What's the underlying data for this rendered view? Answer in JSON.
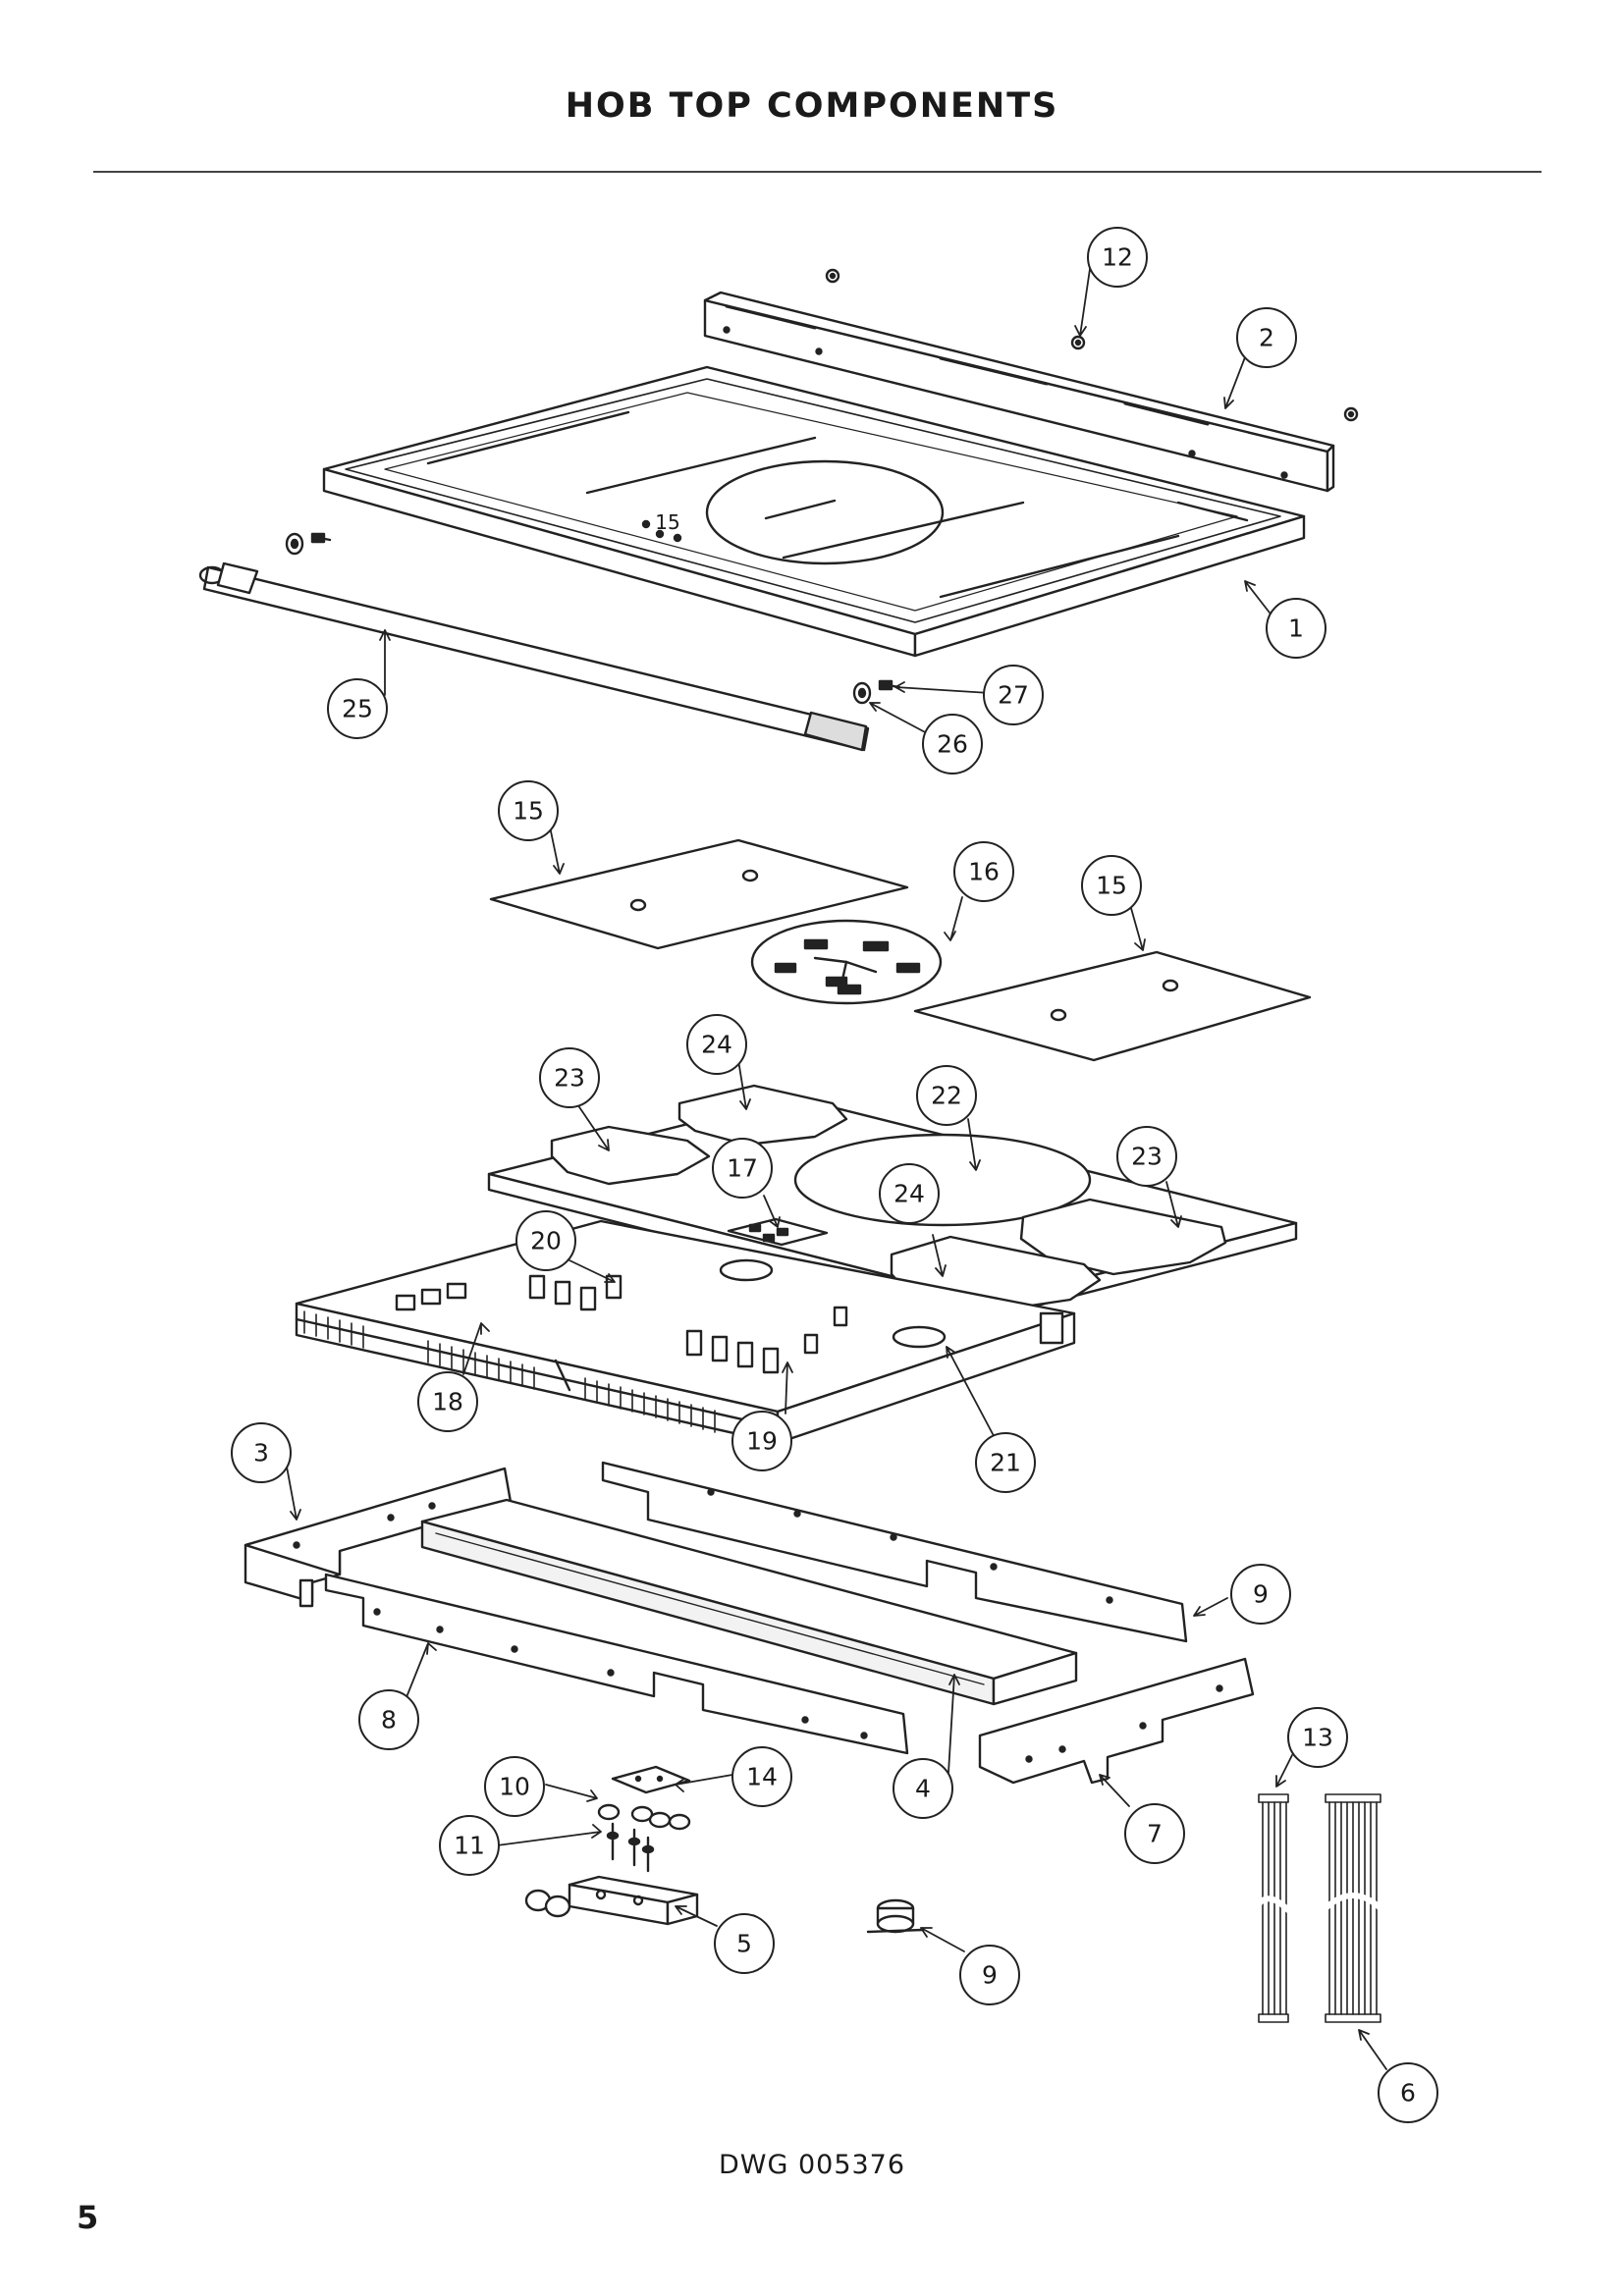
{
  "page": {
    "title": "HOB TOP COMPONENTS",
    "drawing_number": "DWG 005376",
    "page_number": "5",
    "zone_display": "15"
  },
  "callouts": [
    "1",
    "2",
    "3",
    "4",
    "5",
    "6",
    "7",
    "8",
    "9",
    "9",
    "10",
    "11",
    "12",
    "13",
    "14",
    "15",
    "15",
    "16",
    "17",
    "18",
    "19",
    "20",
    "21",
    "22",
    "23",
    "23",
    "24",
    "24",
    "25",
    "26",
    "27"
  ]
}
